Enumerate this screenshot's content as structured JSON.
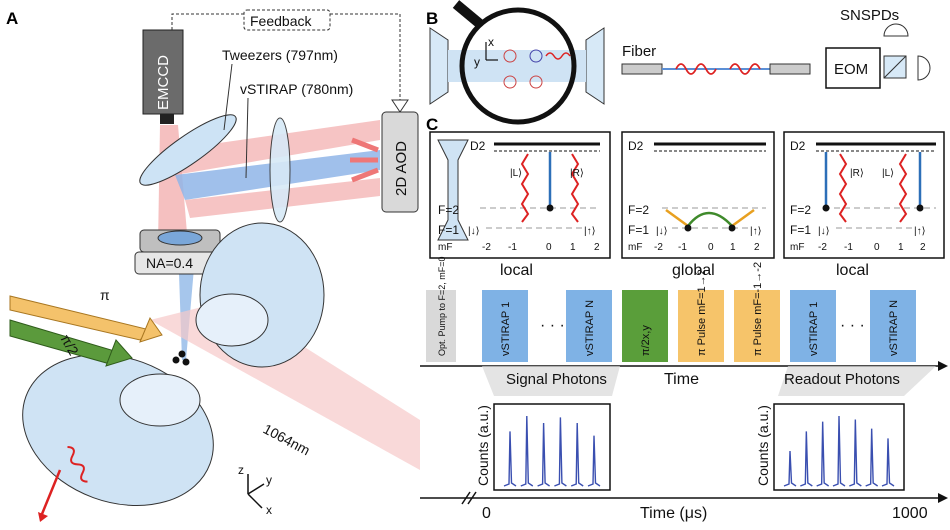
{
  "panels": {
    "a": "A",
    "b": "B",
    "c": "C"
  },
  "panel_a": {
    "feedback": "Feedback",
    "emccd": "EMCCD",
    "tweezers": "Tweezers (797nm)",
    "vstirap": "vSTIRAP (780nm)",
    "aod": "2D AOD",
    "na": "NA=0.4",
    "pi": "π",
    "pi_half": "π/2",
    "laser_1064": "1064nm",
    "axis_z": "z",
    "axis_y": "y",
    "axis_x": "x"
  },
  "panel_b": {
    "axis_x": "x",
    "axis_y": "y",
    "fiber": "Fiber",
    "eom": "EOM",
    "snspds": "SNSPDs"
  },
  "level_panels": [
    {
      "d2": "D2",
      "f2": "F=2",
      "f1": "F=1",
      "down": "|↓⟩",
      "up": "|↑⟩",
      "mf": "mF",
      "mf_values": [
        "-2",
        "-1",
        "0",
        "1",
        "2"
      ],
      "kets": [
        "|L⟩",
        "|R⟩"
      ],
      "caption": "local"
    },
    {
      "d2": "D2",
      "f2": "F=2",
      "f1": "F=1",
      "down": "|↓⟩",
      "up": "|↑⟩",
      "mf": "mF",
      "mf_values": [
        "-2",
        "-1",
        "0",
        "1",
        "2"
      ],
      "kets": [],
      "caption": "global"
    },
    {
      "d2": "D2",
      "f2": "F=2",
      "f1": "F=1",
      "down": "|↓⟩",
      "up": "|↑⟩",
      "mf": "mF",
      "mf_values": [
        "-2",
        "-1",
        "0",
        "1",
        "2"
      ],
      "kets": [
        "|R⟩",
        "|L⟩"
      ],
      "caption": "local"
    }
  ],
  "sequence": {
    "blocks": [
      {
        "label": "Opt. Pump to F=2, mF=0",
        "color": "#d9d9d9"
      },
      {
        "label": "vSTIRAP 1",
        "color": "#7fb2e5"
      },
      {
        "label": "vSTIRAP N",
        "color": "#7fb2e5"
      },
      {
        "label": "π/2x,y",
        "color": "#5a9e3a"
      },
      {
        "label": "π Pulse mF=1→2",
        "color": "#f6c46a"
      },
      {
        "label": "π Pulse mF=-1→-2",
        "color": "#f6c46a"
      },
      {
        "label": "vSTIRAP 1",
        "color": "#7fb2e5"
      },
      {
        "label": "vSTIRAP N",
        "color": "#7fb2e5"
      }
    ],
    "ellipsis": "· · ·",
    "time_label": "Time"
  },
  "photon_panels": [
    {
      "title": "Signal Photons",
      "ylabel": "Counts (a.u.)",
      "pulses": [
        0.78,
        1.0,
        0.9,
        0.98,
        0.9,
        0.72
      ]
    },
    {
      "title": "Readout Photons",
      "ylabel": "Counts (a.u.)",
      "pulses": [
        0.5,
        0.78,
        0.92,
        1.0,
        0.95,
        0.82,
        0.68
      ]
    }
  ],
  "time_axis": {
    "label": "Time (μs)",
    "start": "0",
    "end": "1000"
  }
}
